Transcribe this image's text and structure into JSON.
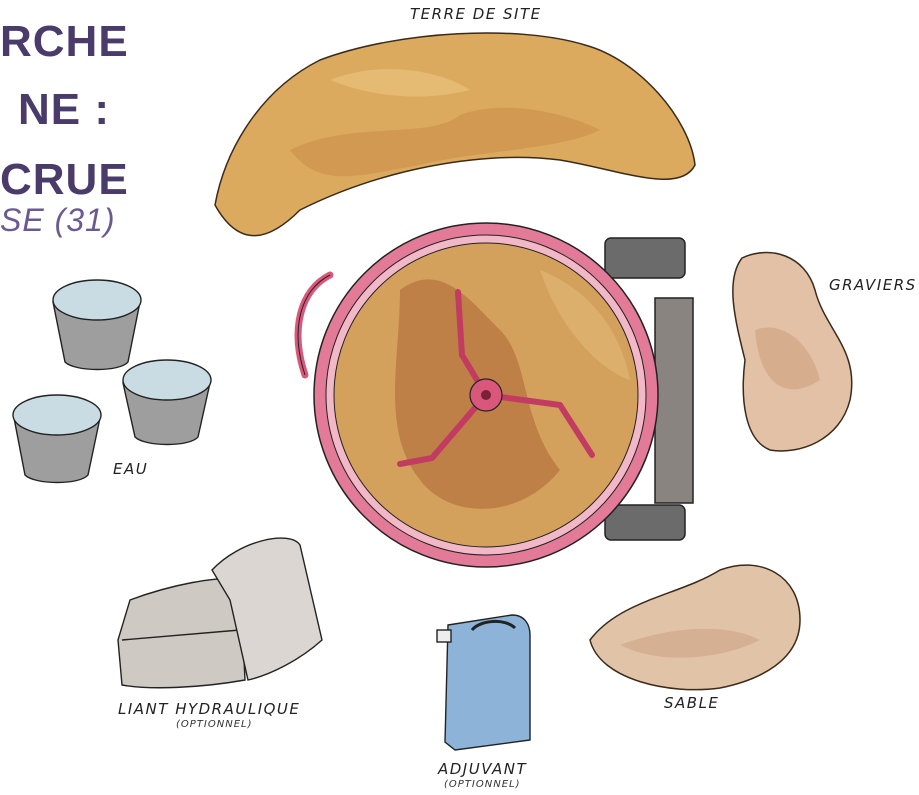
{
  "header": {
    "title_lines": [
      "RCHE",
      "NE :",
      "CRUE"
    ],
    "subtitle": "SE (31)"
  },
  "labels": {
    "terre": "TERRE DE SITE",
    "graviers": "GRAVIERS",
    "eau": "EAU",
    "liant": "LIANT HYDRAULIQUE",
    "liant_note": "(OPTIONNEL)",
    "sable": "SABLE",
    "adjuvant": "ADJUVANT",
    "adjuvant_note": "(OPTIONNEL)"
  },
  "colors": {
    "title": "#4a3b6b",
    "earth": "#d9a75a",
    "earth_dark": "#b4713a",
    "mixer": "#d9577a",
    "water": "#c9dce4",
    "binder": "#c9c4c0",
    "jerrycan": "#8db4d8"
  }
}
